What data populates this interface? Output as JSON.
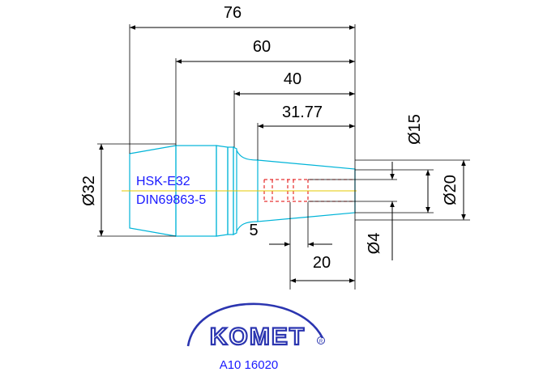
{
  "dimensions": {
    "d76": "76",
    "d60": "60",
    "d40": "40",
    "d3177": "31.77",
    "d5": "5",
    "d20": "20",
    "dia32": "Ø32",
    "dia15": "Ø15",
    "dia20": "Ø20",
    "dia4": "Ø4"
  },
  "labels": {
    "line1": "HSK-E32",
    "line2": "DIN69863-5"
  },
  "logo": {
    "text": "KOMET",
    "registered": "R"
  },
  "article_number": "A10 16020",
  "colors": {
    "outline": "#00b4d8",
    "hidden": "#e00000",
    "centerline": "#e6c800",
    "dimension": "#000000",
    "label": "#1a1aff",
    "logo": "#2b35b0"
  }
}
